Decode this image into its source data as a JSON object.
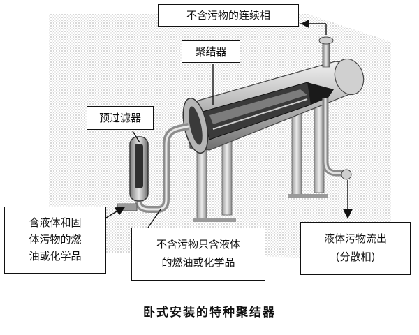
{
  "labels": {
    "continuous_phase": "不含污物的连续相",
    "coalescer": "聚结器",
    "prefilter": "预过滤器",
    "inlet_line1": "含液体和固",
    "inlet_line2": "体污物的燃",
    "inlet_line3": "油或化学品",
    "mid_line1": "不含污物只含液体",
    "mid_line2": "的燃油或化学品",
    "outlet_line1": "液体污物流出",
    "outlet_line2": "(分散相)"
  },
  "caption": "卧式安装的特种聚结器",
  "colors": {
    "background": "#ffffff",
    "label_border": "#111111",
    "vessel_dark": "#2b2b2b",
    "vessel_mid": "#8a8a8a",
    "vessel_light": "#d9d9d9"
  }
}
